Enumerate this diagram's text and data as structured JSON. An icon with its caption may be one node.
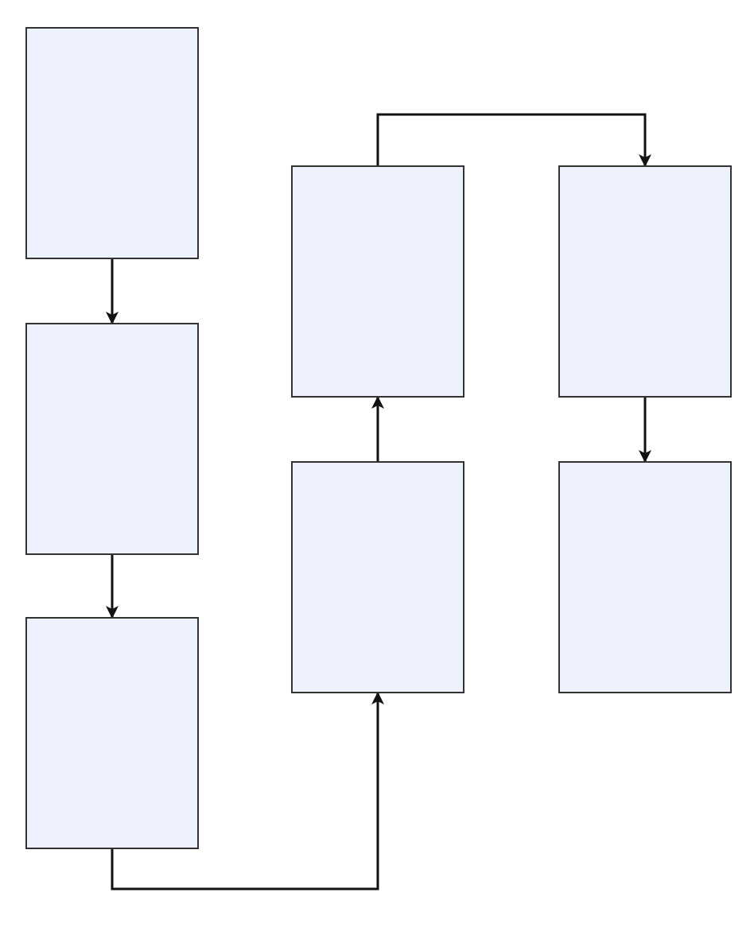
{
  "diagram": {
    "nodes": [
      {
        "text": [],
        "shape": "box"
      },
      {
        "text": [],
        "shape": "box"
      },
      {
        "text": [],
        "shape": "box"
      },
      {
        "text": [],
        "shape": "box"
      },
      {
        "text": [],
        "shape": "box"
      },
      {
        "text": [],
        "shape": "box"
      },
      {
        "text": [],
        "shape": "box"
      }
    ],
    "edges": [
      {
        "from": 0,
        "to": 1,
        "arrow": "to"
      },
      {
        "from": 1,
        "to": 2,
        "arrow": "to"
      },
      {
        "from": 2,
        "to": 4,
        "arrow": "to"
      },
      {
        "from": 4,
        "to": 3,
        "arrow": "to"
      },
      {
        "from": 3,
        "to": 5,
        "arrow": "to"
      },
      {
        "from": 5,
        "to": 6,
        "arrow": "to"
      }
    ]
  }
}
